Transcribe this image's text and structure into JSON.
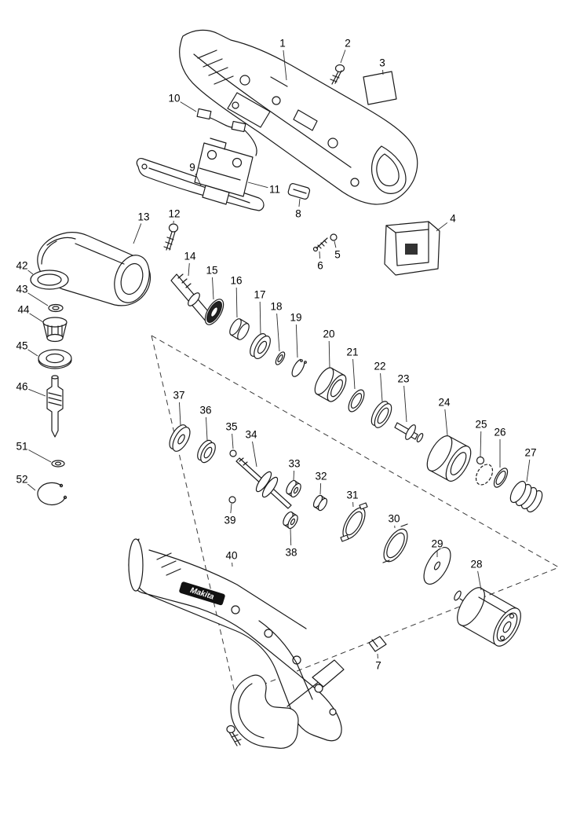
{
  "diagram": {
    "kind": "exploded-parts-diagram",
    "description": "Exploded view of a cordless angle drill with numbered parts"
  },
  "logo": {
    "text": "Makita"
  },
  "colors": {
    "line": "#1a1a1a",
    "background": "#ffffff",
    "logo_bg": "#111111",
    "logo_text": "#ffffff"
  },
  "parts": [
    {
      "id": "1",
      "label": [
        360,
        55
      ],
      "target": [
        365,
        102
      ]
    },
    {
      "id": "2",
      "label": [
        443,
        55
      ],
      "target": [
        434,
        80
      ]
    },
    {
      "id": "3",
      "label": [
        487,
        80
      ],
      "target": [
        488,
        95
      ]
    },
    {
      "id": "10",
      "label": [
        222,
        125
      ],
      "target": [
        250,
        142
      ]
    },
    {
      "id": "9",
      "label": [
        245,
        213
      ],
      "target": [
        256,
        236
      ]
    },
    {
      "id": "11",
      "label": [
        350,
        241
      ],
      "target": [
        316,
        232
      ]
    },
    {
      "id": "8",
      "label": [
        380,
        272
      ],
      "target": [
        382,
        253
      ]
    },
    {
      "id": "13",
      "label": [
        183,
        276
      ],
      "target": [
        170,
        310
      ]
    },
    {
      "id": "12",
      "label": [
        222,
        272
      ],
      "target": [
        221,
        284
      ]
    },
    {
      "id": "4",
      "label": [
        577,
        278
      ],
      "target": [
        556,
        294
      ]
    },
    {
      "id": "5",
      "label": [
        430,
        324
      ],
      "target": [
        426,
        307
      ]
    },
    {
      "id": "6",
      "label": [
        408,
        338
      ],
      "target": [
        407,
        320
      ]
    },
    {
      "id": "42",
      "label": [
        28,
        338
      ],
      "target": [
        42,
        349
      ]
    },
    {
      "id": "43",
      "label": [
        28,
        368
      ],
      "target": [
        61,
        389
      ]
    },
    {
      "id": "44",
      "label": [
        30,
        394
      ],
      "target": [
        55,
        410
      ]
    },
    {
      "id": "14",
      "label": [
        242,
        326
      ],
      "target": [
        240,
        351
      ]
    },
    {
      "id": "15",
      "label": [
        270,
        344
      ],
      "target": [
        272,
        381
      ]
    },
    {
      "id": "16",
      "label": [
        301,
        357
      ],
      "target": [
        302,
        404
      ]
    },
    {
      "id": "17",
      "label": [
        331,
        375
      ],
      "target": [
        332,
        426
      ]
    },
    {
      "id": "18",
      "label": [
        352,
        390
      ],
      "target": [
        356,
        447
      ]
    },
    {
      "id": "19",
      "label": [
        377,
        404
      ],
      "target": [
        379,
        455
      ]
    },
    {
      "id": "45",
      "label": [
        28,
        440
      ],
      "target": [
        48,
        453
      ]
    },
    {
      "id": "20",
      "label": [
        419,
        425
      ],
      "target": [
        420,
        468
      ]
    },
    {
      "id": "21",
      "label": [
        449,
        448
      ],
      "target": [
        452,
        495
      ]
    },
    {
      "id": "22",
      "label": [
        484,
        466
      ],
      "target": [
        487,
        511
      ]
    },
    {
      "id": "23",
      "label": [
        514,
        482
      ],
      "target": [
        518,
        537
      ]
    },
    {
      "id": "46",
      "label": [
        28,
        492
      ],
      "target": [
        58,
        504
      ]
    },
    {
      "id": "24",
      "label": [
        566,
        512
      ],
      "target": [
        570,
        554
      ]
    },
    {
      "id": "25",
      "label": [
        613,
        540
      ],
      "target": [
        612,
        581
      ]
    },
    {
      "id": "26",
      "label": [
        637,
        550
      ],
      "target": [
        637,
        595
      ]
    },
    {
      "id": "27",
      "label": [
        676,
        576
      ],
      "target": [
        671,
        613
      ]
    },
    {
      "id": "37",
      "label": [
        228,
        503
      ],
      "target": [
        230,
        541
      ]
    },
    {
      "id": "36",
      "label": [
        262,
        522
      ],
      "target": [
        264,
        560
      ]
    },
    {
      "id": "35",
      "label": [
        295,
        543
      ],
      "target": [
        297,
        571
      ]
    },
    {
      "id": "34",
      "label": [
        320,
        553
      ],
      "target": [
        327,
        594
      ]
    },
    {
      "id": "51",
      "label": [
        28,
        568
      ],
      "target": [
        65,
        588
      ]
    },
    {
      "id": "33",
      "label": [
        375,
        590
      ],
      "target": [
        374,
        611
      ]
    },
    {
      "id": "32",
      "label": [
        409,
        606
      ],
      "target": [
        408,
        629
      ]
    },
    {
      "id": "52",
      "label": [
        28,
        610
      ],
      "target": [
        45,
        624
      ]
    },
    {
      "id": "31",
      "label": [
        449,
        630
      ],
      "target": [
        450,
        645
      ]
    },
    {
      "id": "39",
      "label": [
        293,
        662
      ],
      "target": [
        295,
        641
      ]
    },
    {
      "id": "30",
      "label": [
        502,
        660
      ],
      "target": [
        503,
        672
      ]
    },
    {
      "id": "38",
      "label": [
        371,
        703
      ],
      "target": [
        370,
        673
      ]
    },
    {
      "id": "29",
      "label": [
        557,
        692
      ],
      "target": [
        557,
        709
      ]
    },
    {
      "id": "40",
      "label": [
        295,
        707
      ],
      "target": [
        296,
        721
      ]
    },
    {
      "id": "28",
      "label": [
        607,
        718
      ],
      "target": [
        613,
        751
      ]
    },
    {
      "id": "7",
      "label": [
        482,
        847
      ],
      "target": [
        481,
        832
      ]
    }
  ]
}
